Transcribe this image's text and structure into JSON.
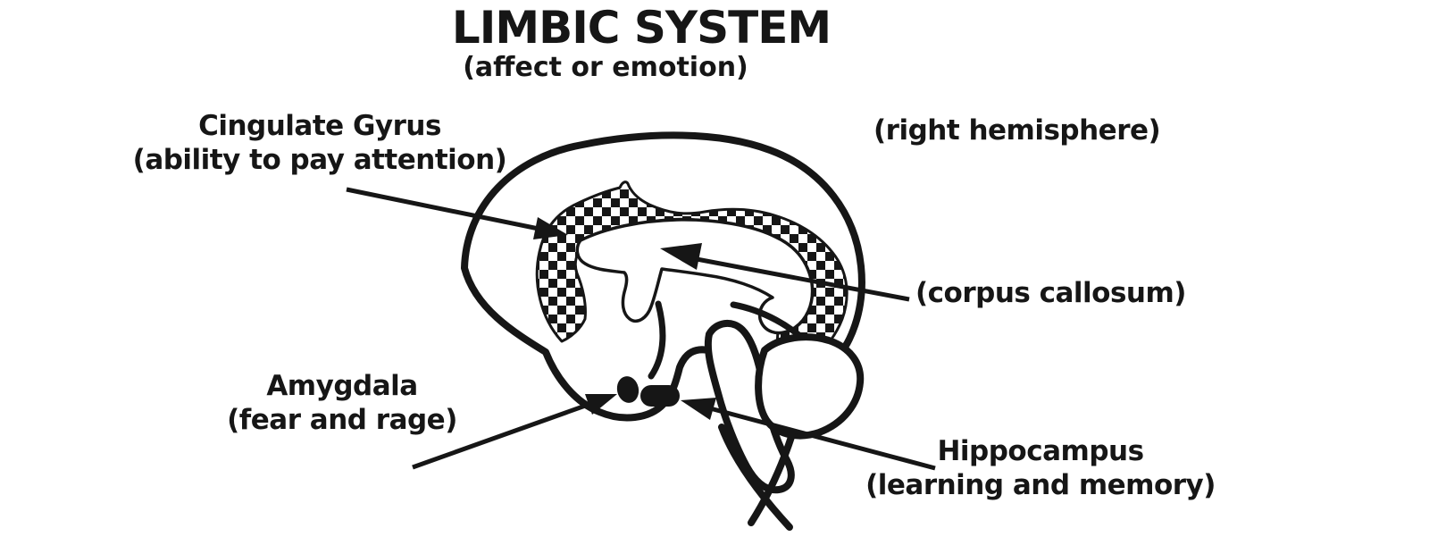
{
  "title": "LIMBIC SYSTEM",
  "subtitle": "(affect or emotion)",
  "hemisphere_note": "(right hemisphere)",
  "labels": {
    "cingulate_gyrus": {
      "name": "Cingulate Gyrus",
      "function": "(ability to pay attention)"
    },
    "corpus_callosum": {
      "name": "(corpus callosum)"
    },
    "amygdala": {
      "name": "Amygdala",
      "function": "(fear and rage)"
    },
    "hippocampus": {
      "name": "Hippocampus",
      "function": "(learning and memory)"
    }
  },
  "colors": {
    "ink": "#161616",
    "background": "#ffffff"
  }
}
